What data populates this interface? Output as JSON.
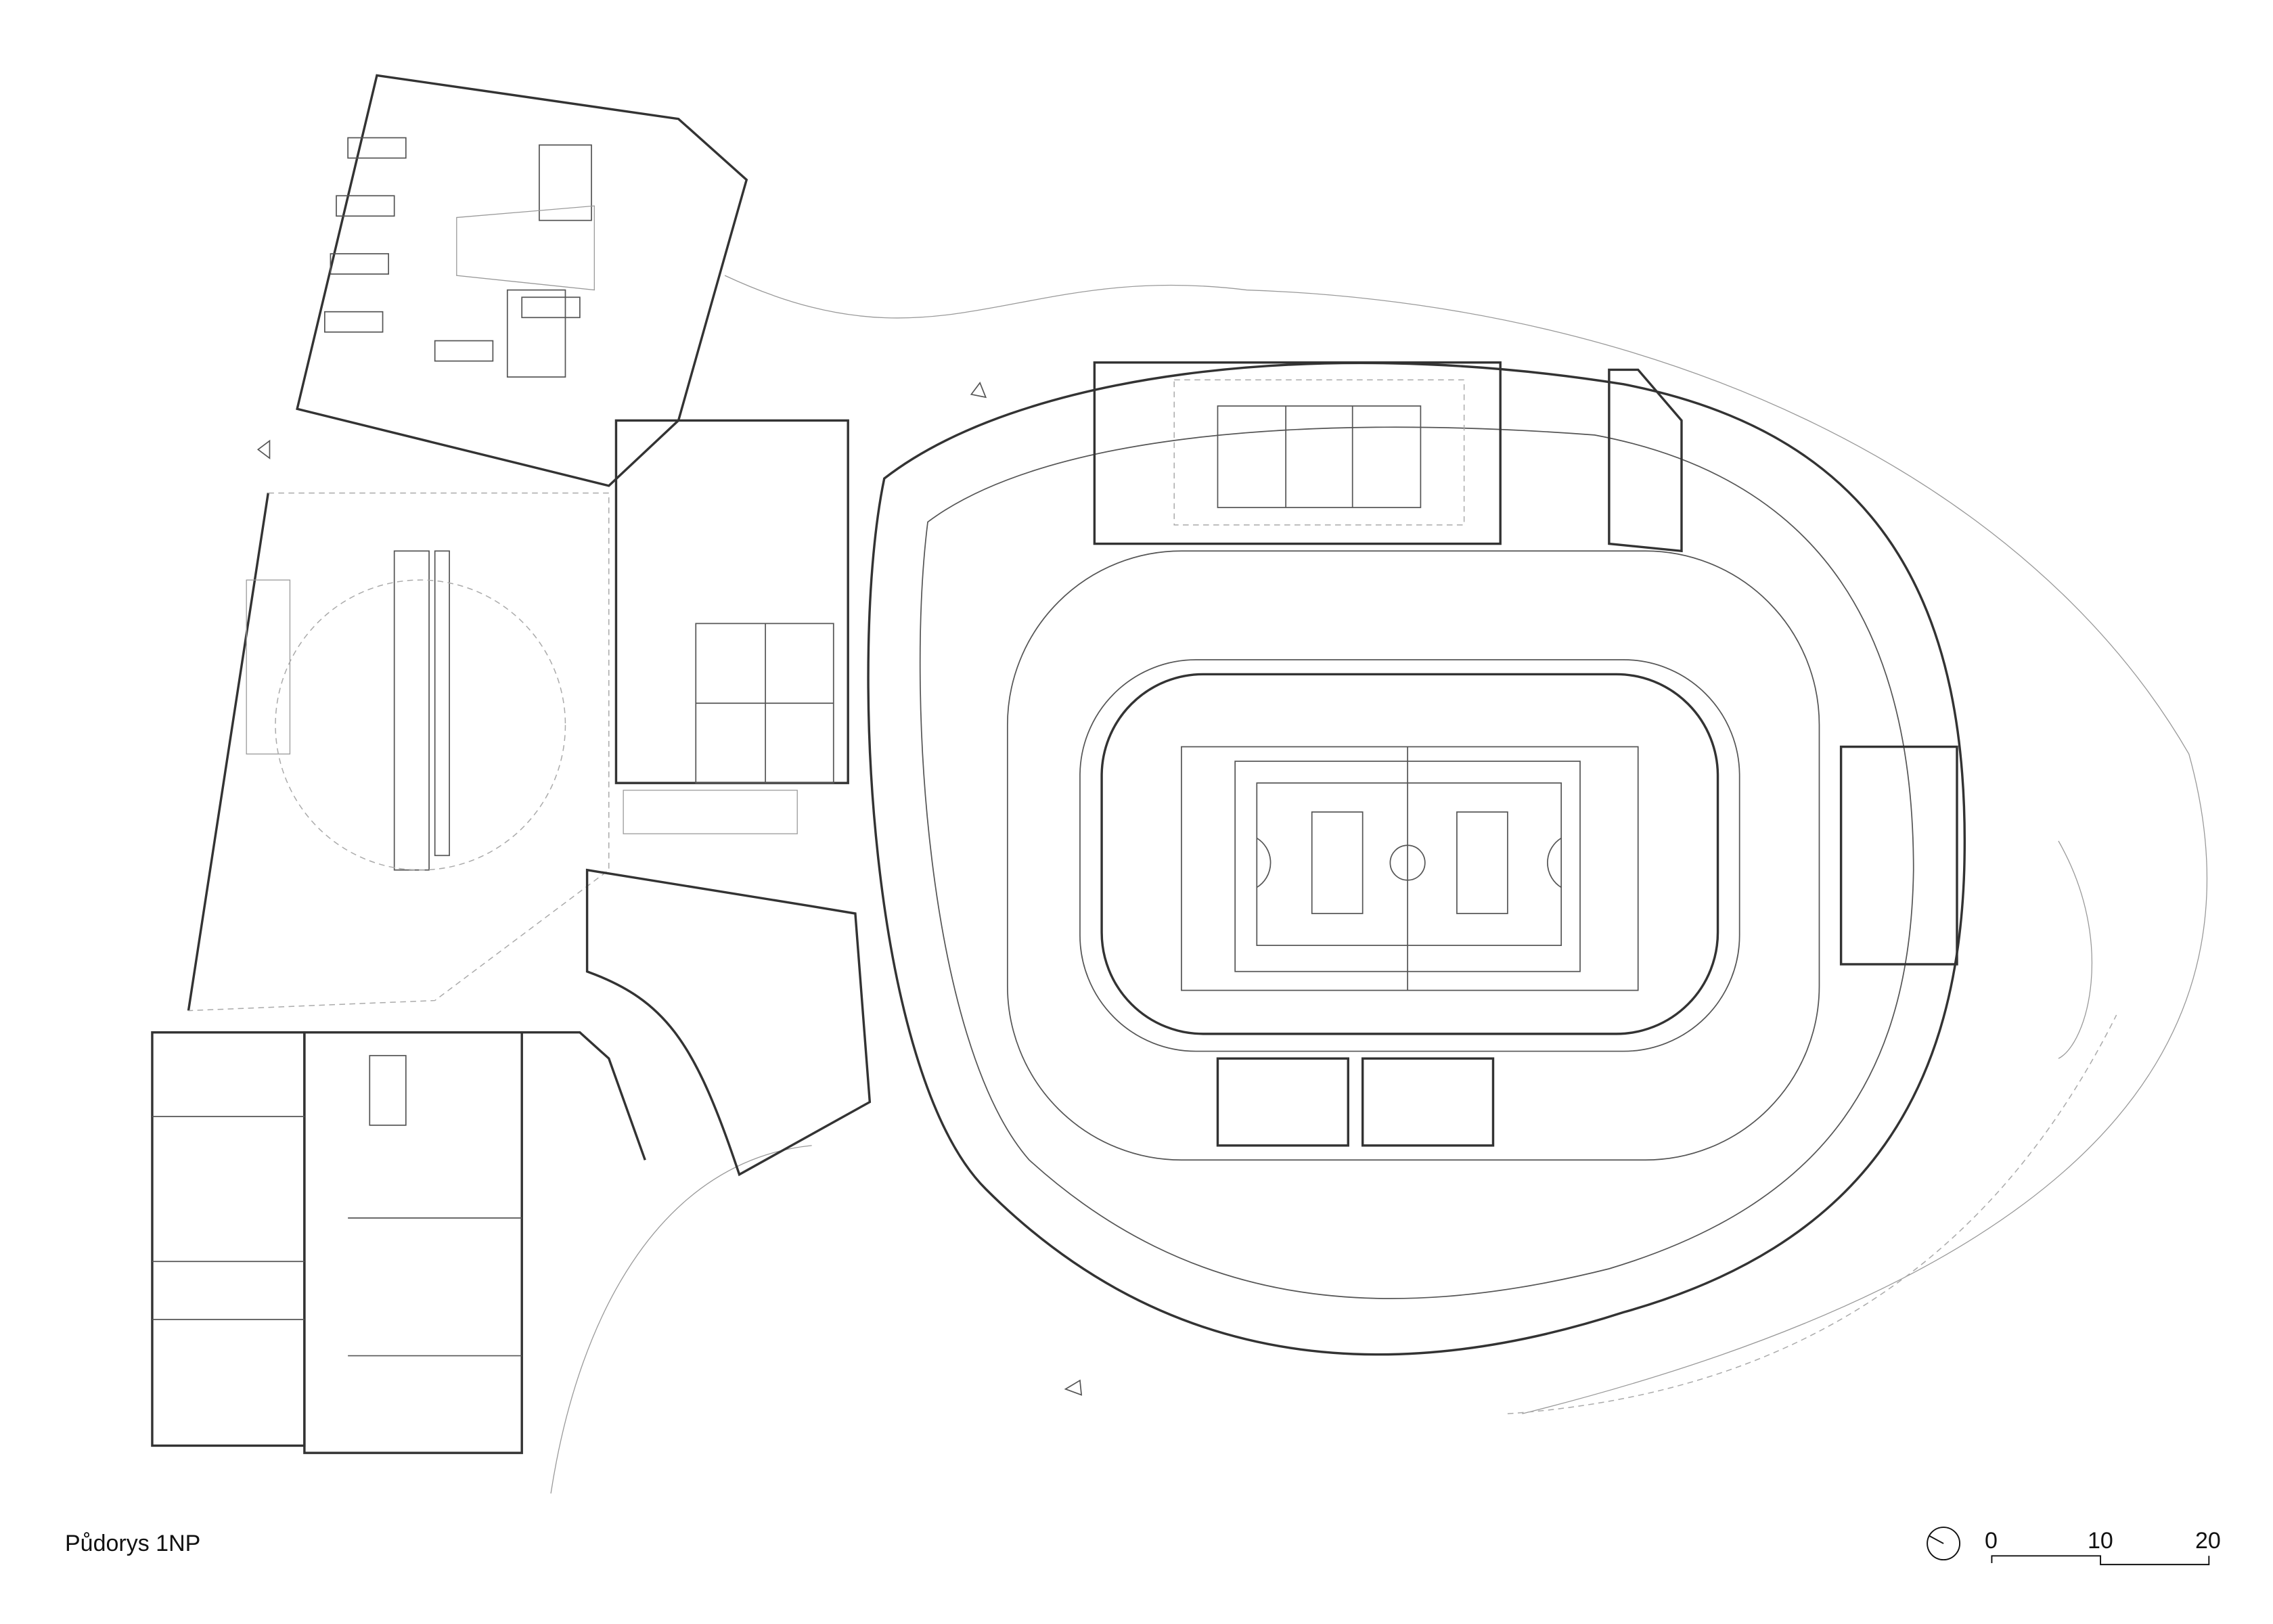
{
  "title": "Půdorys 1NP",
  "scale_bar": {
    "labels": [
      "0",
      "10",
      "20"
    ],
    "unit_interval": 10
  },
  "north_arrow": "north-arrow-icon",
  "colors": {
    "line": "#333333",
    "light_line": "#999999",
    "background": "#ffffff"
  }
}
